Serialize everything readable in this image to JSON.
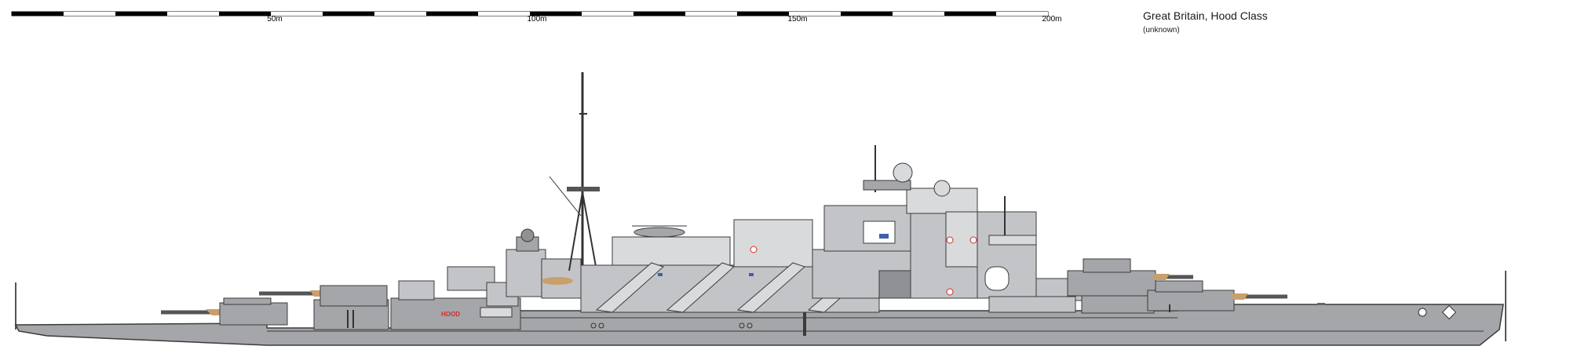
{
  "scale": {
    "unit": "m",
    "labels": [
      "50m",
      "100m",
      "150m",
      "200m"
    ]
  },
  "header": {
    "title": "Great Britain, Hood Class",
    "subtitle": "(unknown)"
  },
  "ship": {
    "hull_name": "HOOD"
  },
  "colors": {
    "hull": "#a4a6a9",
    "superstructure": "#c2c4c7",
    "light_panel": "#d9dadc",
    "dark_line": "#3b3b3b",
    "turret": "#8f9194",
    "barrel_tip": "#c9a06b",
    "window_blue": "#3f5fa8",
    "accent_red": "#d42a2a",
    "scale_black": "#000000"
  }
}
